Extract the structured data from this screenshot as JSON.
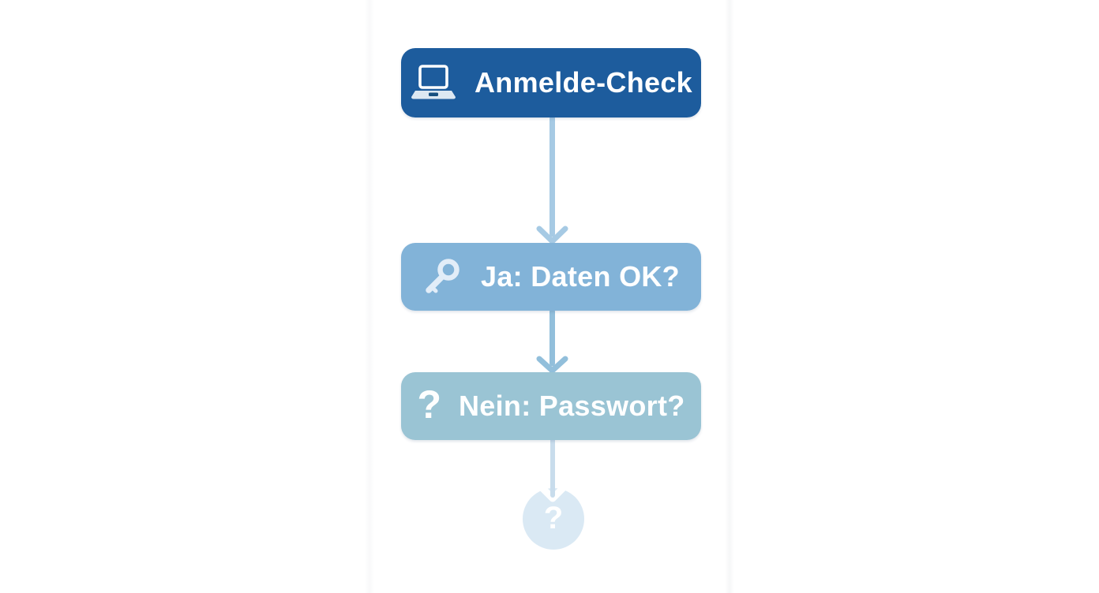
{
  "diagram": {
    "type": "flowchart",
    "background": "#ffffff",
    "nodes": [
      {
        "id": "anmelde-check",
        "label": "Anmelde-Check",
        "icon": "laptop-icon",
        "bg": "#1d5c9d",
        "text_color": "#ffffff"
      },
      {
        "id": "ja-daten-ok",
        "label": "Ja: Daten OK?",
        "icon": "key-icon",
        "bg": "#82b3d8",
        "text_color": "#ffffff"
      },
      {
        "id": "nein-passwort",
        "label": "Nein: Passwort?",
        "icon": "question-mark-icon",
        "icon_glyph": "?",
        "bg": "#9ac4d4",
        "text_color": "#ffffff"
      },
      {
        "id": "end-unknown",
        "label": "?",
        "icon": null,
        "bg": "#dae9f4",
        "text_color": "#ffffff"
      }
    ],
    "connectors": [
      {
        "from": "anmelde-check",
        "to": "ja-daten-ok",
        "style": "arrow",
        "color": "#a6cae4"
      },
      {
        "from": "ja-daten-ok",
        "to": "nein-passwort",
        "style": "arrow",
        "color": "#92bfdb"
      },
      {
        "from": "nein-passwort",
        "to": "end-unknown",
        "style": "line",
        "color": "#c8dcec"
      }
    ]
  }
}
